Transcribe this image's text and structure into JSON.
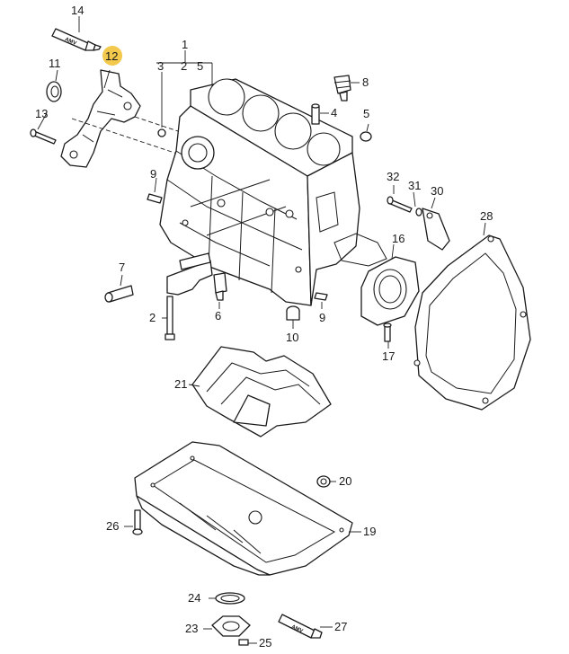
{
  "callouts": {
    "c1": "1",
    "c2": "2",
    "c3": "3",
    "c4": "4",
    "c5": "5",
    "c6": "6",
    "c7": "7",
    "c8": "8",
    "c9a": "9",
    "c9b": "9",
    "c10": "10",
    "c11": "11",
    "c12": "12",
    "c13": "13",
    "c14": "14",
    "c16": "16",
    "c17": "17",
    "c19": "19",
    "c20": "20",
    "c21": "21",
    "c23": "23",
    "c24": "24",
    "c25": "25",
    "c26": "26",
    "c27": "27",
    "c28": "28",
    "c30": "30",
    "c31": "31",
    "c32": "32",
    "c1_sub2": "2",
    "c1_sub3": "3",
    "c1_sub5": "5"
  },
  "tube_labels": {
    "top": "AMV",
    "bottom": "AMV"
  },
  "colors": {
    "line": "#1a1a1a",
    "highlight": "#f2c94c",
    "background": "#ffffff"
  }
}
